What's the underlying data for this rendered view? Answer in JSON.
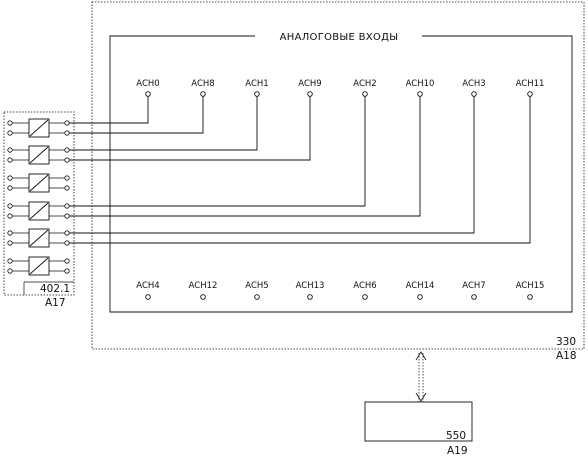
{
  "title": "АНАЛОГОВЫЕ ВХОДЫ",
  "top_pins": [
    "ACH0",
    "ACH8",
    "ACH1",
    "ACH9",
    "ACH2",
    "ACH10",
    "ACH3",
    "ACH11"
  ],
  "bottom_pins": [
    "ACH4",
    "ACH12",
    "ACH5",
    "ACH13",
    "ACH6",
    "ACH14",
    "ACH7",
    "ACH15"
  ],
  "module_a17": {
    "model": "402.1",
    "ref": "A17"
  },
  "module_a18": {
    "model": "330",
    "ref": "A18"
  },
  "module_a19": {
    "model": "550",
    "ref": "A19"
  },
  "connections": [
    {
      "from": "A17.row1",
      "to": "ACH0"
    },
    {
      "from": "A17.row2",
      "to": "ACH8"
    },
    {
      "from": "A17.row3",
      "to": "ACH1"
    },
    {
      "from": "A17.row4",
      "to": "ACH9"
    },
    {
      "from": "A17.row7",
      "to": "ACH2"
    },
    {
      "from": "A17.row8",
      "to": "ACH10"
    },
    {
      "from": "A17.row9",
      "to": "ACH3"
    },
    {
      "from": "A17.row10",
      "to": "ACH11"
    }
  ],
  "colors": {
    "line": "#111111",
    "background": "#ffffff"
  }
}
